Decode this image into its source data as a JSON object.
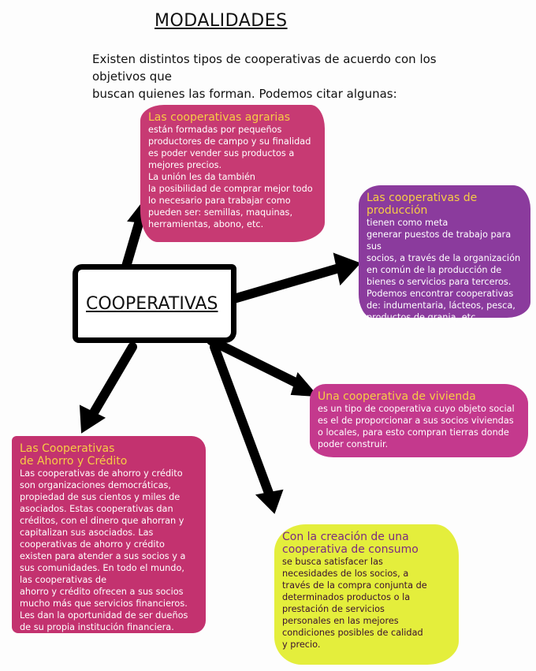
{
  "title": "MODALIDADES",
  "intro": "Existen distintos tipos de cooperativas de acuerdo con los objetivos que\nbuscan quienes las forman. Podemos citar algunas:",
  "center": "COOPERATIVAS",
  "agrarias": {
    "title": "Las cooperativas agrarias",
    "body": "están formadas por pequeños\nproductores de campo y su finalidad\nes poder vender sus productos a\nmejores precios.\nLa unión les  da también\nla posibilidad de comprar mejor todo\nlo necesario para trabajar como\npueden ser: semillas, maquinas,\nherramientas, abono, etc."
  },
  "produccion": {
    "title": "Las cooperativas de\nproducción",
    "body": "tienen como meta\ngenerar puestos de trabajo para sus\nsocios, a través de la organización\nen común de la producción de\nbienes o servicios para terceros.\nPodemos encontrar cooperativas\nde: indumentaria, lácteos, pesca,\nproductos de granja, etc."
  },
  "vivienda": {
    "title": "Una cooperativa de vivienda",
    "body": "es un tipo de cooperativa cuyo objeto social\nes el de proporcionar a sus socios viviendas\no locales, para esto compran tierras donde\npoder construir."
  },
  "consumo": {
    "title": "Con la creación de una\ncooperativa de consumo",
    "body": "se busca  satisfacer las\nnecesidades de los socios, a\ntravés de la compra conjunta de\ndeterminados productos o la\nprestación de servicios\npersonales en las mejores\ncondiciones posibles de calidad\ny precio."
  },
  "ahorro": {
    "title": "Las Cooperativas\nde Ahorro y Crédito",
    "body": "Las cooperativas de ahorro y crédito\nson organizaciones democráticas,\npropiedad de sus cientos y miles de\nasociados. Estas cooperativas dan\ncréditos, con el dinero que ahorran y\ncapitalizan sus asociados. Las\ncooperativas de ahorro y crédito\nexisten para atender a sus socios y a\nsus comunidades. En todo el mundo,\n            las cooperativas de\nahorro y crédito ofrecen a sus socios\nmucho más que servicios financieros.\nLes dan la oportunidad de ser dueños\nde su propia institución financiera."
  }
}
